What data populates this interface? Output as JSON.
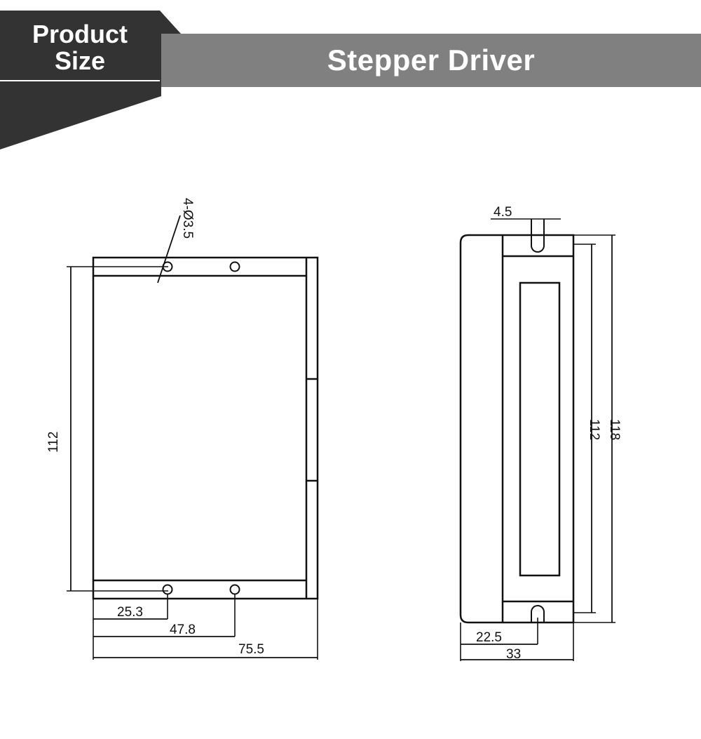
{
  "header": {
    "badge_line1": "Product",
    "badge_line2": "Size",
    "title": "Stepper Driver"
  },
  "front_view": {
    "hole_label": "4-Ø3.5",
    "height": "112",
    "dim_hole1": "25.3",
    "dim_hole2": "47.8",
    "width": "75.5"
  },
  "side_view": {
    "slot_width": "4.5",
    "inner_height": "112",
    "outer_height": "118",
    "slot_offset": "22.5",
    "depth": "33"
  },
  "colors": {
    "badge_dark": "#333333",
    "banner_gray": "#808080",
    "line": "#111111"
  }
}
